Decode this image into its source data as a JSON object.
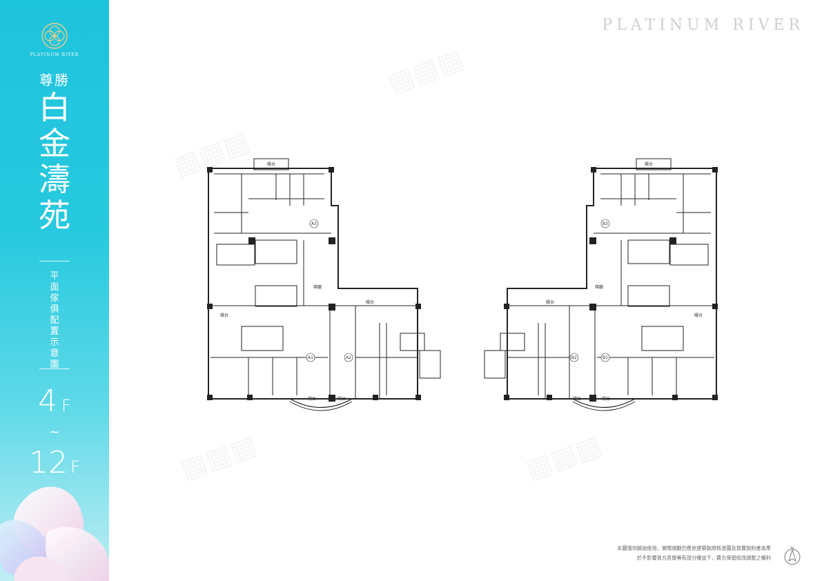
{
  "sidebar": {
    "brand": "PLATINUM RIVER",
    "subtitle": "尊勝",
    "title": "白金濤苑",
    "vertical_label": "平面傢俱配置示意圖",
    "floor_from_num": "4",
    "floor_from_unit": "F",
    "floor_sep": "~",
    "floor_to_num": "12",
    "floor_to_unit": "F"
  },
  "header": {
    "title": "PLATINUM RIVER"
  },
  "plan_left": {
    "units": [
      "A3",
      "A1",
      "A2"
    ],
    "labels": {
      "balcony": "陽台",
      "elevator_hall": "梯廳"
    }
  },
  "plan_right": {
    "units": [
      "B3",
      "B2",
      "B1"
    ],
    "labels": {
      "balcony": "陽台",
      "elevator_hall": "梯廳"
    }
  },
  "footer": {
    "note_line1": "本圖僅供解說使用，實際規劃仍應依建築執照核准圖及買賣契約書為準",
    "note_line2": "於不影響買方房屋專有部分權益下，賣方保留修改調整之權利",
    "compass_letter": "N"
  }
}
